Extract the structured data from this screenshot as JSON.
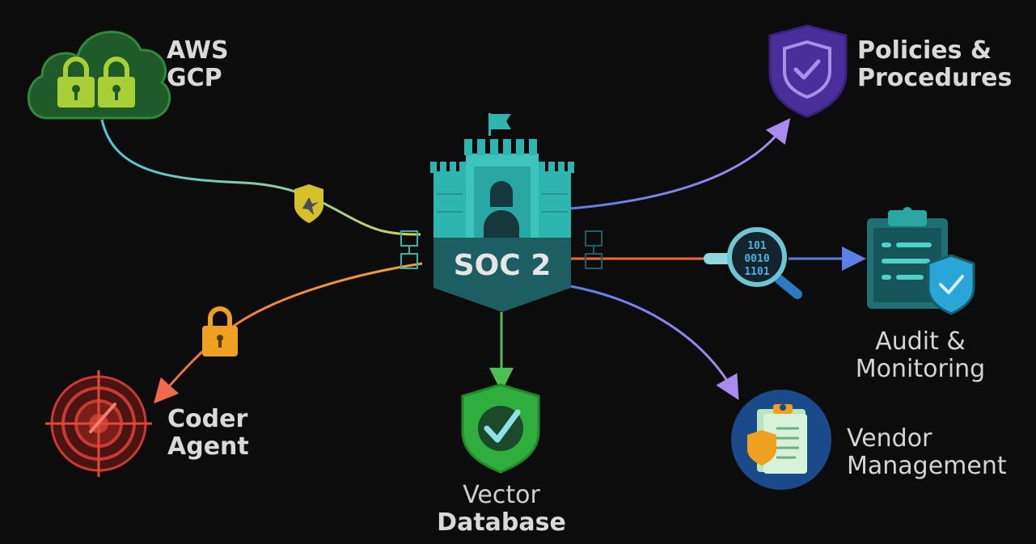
{
  "center": {
    "title": "SOC 2"
  },
  "nodes": {
    "cloud": {
      "line1": "AWS",
      "line2": "GCP"
    },
    "policies": {
      "line1": "Policies &",
      "line2": "Procedures"
    },
    "audit": {
      "line1": "Audit &",
      "line2": "Monitoring"
    },
    "vendor": {
      "line1": "Vendor",
      "line2": "Management"
    },
    "coder": {
      "line1": "Coder",
      "line2": "Agent"
    },
    "vector": {
      "line1": "Vector",
      "line2": "Database"
    }
  },
  "magnifier_text": {
    "row1": "101",
    "row2": "0010",
    "row3": "1101"
  },
  "colors": {
    "background": "#0c0c0c",
    "teal": "#2fb5b0",
    "teal_dark": "#1d5e63",
    "cloud_green": "#1f5a2a",
    "lock_lime": "#a8d036",
    "shield_purple": "#4a2e9a",
    "clipboard_teal": "#1f6f74",
    "check_blue": "#2aa6d6",
    "vendor_blue": "#1a4a8a",
    "target_red": "#c83a32",
    "lock_orange": "#f0a020",
    "shield_green": "#2fae3d",
    "badge_yellow": "#d4c02a",
    "line_cyan": "#4cc8d8",
    "line_yellow": "#d8d040",
    "line_orange": "#f0a030",
    "line_salmon": "#f06a50",
    "line_purple": "#9b7fe8",
    "line_blue": "#5a7fe6",
    "line_green": "#4cc050"
  }
}
